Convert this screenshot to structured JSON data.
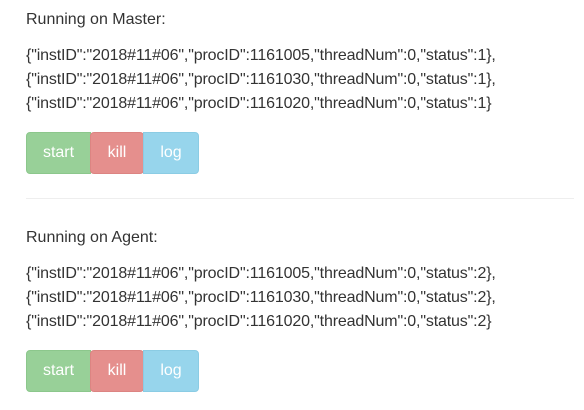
{
  "master": {
    "title": "Running on Master:",
    "processes": [
      "{\"instID\":\"2018#11#06\",\"procID\":1161005,\"threadNum\":0,\"status\":1},",
      "{\"instID\":\"2018#11#06\",\"procID\":1161030,\"threadNum\":0,\"status\":1},",
      "{\"instID\":\"2018#11#06\",\"procID\":1161020,\"threadNum\":0,\"status\":1}"
    ],
    "buttons": {
      "start": "start",
      "kill": "kill",
      "log": "log"
    }
  },
  "agent": {
    "title": "Running on Agent:",
    "processes": [
      "{\"instID\":\"2018#11#06\",\"procID\":1161005,\"threadNum\":0,\"status\":2},",
      "{\"instID\":\"2018#11#06\",\"procID\":1161030,\"threadNum\":0,\"status\":2},",
      "{\"instID\":\"2018#11#06\",\"procID\":1161020,\"threadNum\":0,\"status\":2}"
    ],
    "buttons": {
      "start": "start",
      "kill": "kill",
      "log": "log"
    }
  },
  "colors": {
    "start": "#98d098",
    "kill": "#e58f8d",
    "log": "#97d5ec",
    "text": "#333333",
    "divider": "#eeeeee"
  }
}
